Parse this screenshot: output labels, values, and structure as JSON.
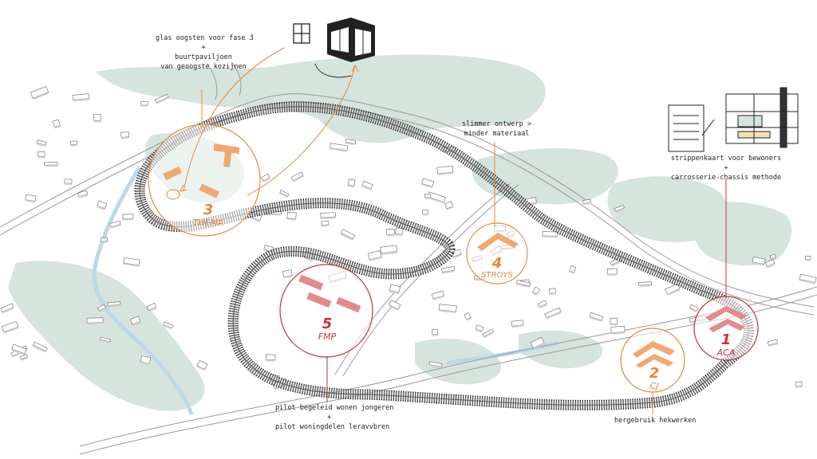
{
  "annotations": {
    "top_left_line1": "glas oogsten voor fase 3",
    "top_left_plus": "+",
    "top_left_line2": "buurtpaviljoen",
    "top_left_line3": "van geoogste kozijnen",
    "mid_line1": "slimmer ontwerp >",
    "mid_line2": "minder materiaal",
    "right_line1": "strippenkaart voor bewoners",
    "right_plus": "+",
    "right_line2": "carrosserie-chassis methode",
    "bottom_mid_line1": "pilot begeleid wonen jongeren",
    "bottom_mid_plus": "+",
    "bottom_mid_line2": "pilot woningdelen leravvbren",
    "bottom_right_line1": "hergebruik hekwerken"
  },
  "sites": [
    {
      "number": "3",
      "label": "THEMA",
      "color": "#e8873a"
    },
    {
      "number": "4",
      "label": "STROYS",
      "color": "#e8873a"
    },
    {
      "number": "5",
      "label": "FMP",
      "color": "#c8313a"
    },
    {
      "number": "2",
      "label": "CJ",
      "color": "#e8873a"
    },
    {
      "number": "1",
      "label": "ACA",
      "color": "#c8313a"
    }
  ],
  "icons": [
    "window-frame-icon",
    "pavilion-icon",
    "strip-card-icon",
    "chassis-structure-icon"
  ],
  "colors": {
    "green": "#d5e4dc",
    "orange": "#e8873a",
    "red": "#c8313a",
    "track": "#333333"
  }
}
